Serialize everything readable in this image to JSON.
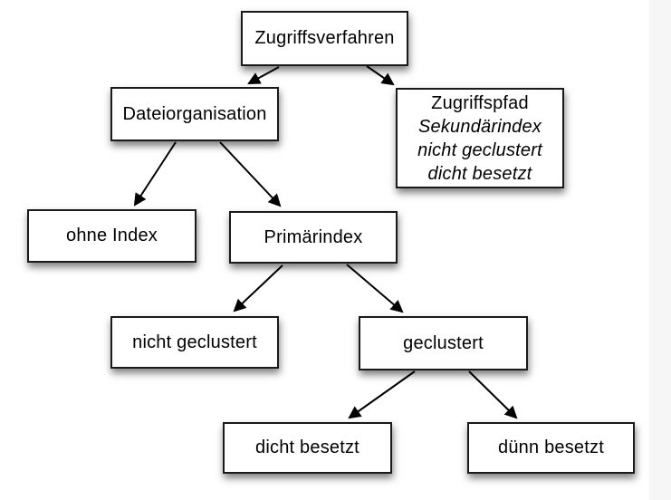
{
  "nodes": {
    "root": {
      "label": "Zugriffsverfahren"
    },
    "dateiorganisation": {
      "label": "Dateiorganisation"
    },
    "zugriffspfad": {
      "line1": "Zugriffspfad",
      "line2": "Sekundärindex",
      "line3": "nicht geclustert",
      "line4": "dicht besetzt"
    },
    "ohne_index": {
      "label": "ohne Index"
    },
    "primaerindex": {
      "label": "Primärindex"
    },
    "nicht_geclustert": {
      "label": "nicht geclustert"
    },
    "geclustert": {
      "label": "geclustert"
    },
    "dicht_besetzt": {
      "label": "dicht besetzt"
    },
    "duenn_besetzt": {
      "label": "dünn besetzt"
    }
  },
  "edges": [
    {
      "from": "root",
      "to": "dateiorganisation"
    },
    {
      "from": "root",
      "to": "zugriffspfad"
    },
    {
      "from": "dateiorganisation",
      "to": "ohne_index"
    },
    {
      "from": "dateiorganisation",
      "to": "primaerindex"
    },
    {
      "from": "primaerindex",
      "to": "nicht_geclustert"
    },
    {
      "from": "primaerindex",
      "to": "geclustert"
    },
    {
      "from": "geclustert",
      "to": "dicht_besetzt"
    },
    {
      "from": "geclustert",
      "to": "duenn_besetzt"
    }
  ],
  "colors": {
    "background": "#ffffff",
    "box_fill": "#ffffff",
    "box_border": "#1a1a1a",
    "arrow": "#000000",
    "text": "#000000",
    "right_band": "#f6f6f7"
  }
}
